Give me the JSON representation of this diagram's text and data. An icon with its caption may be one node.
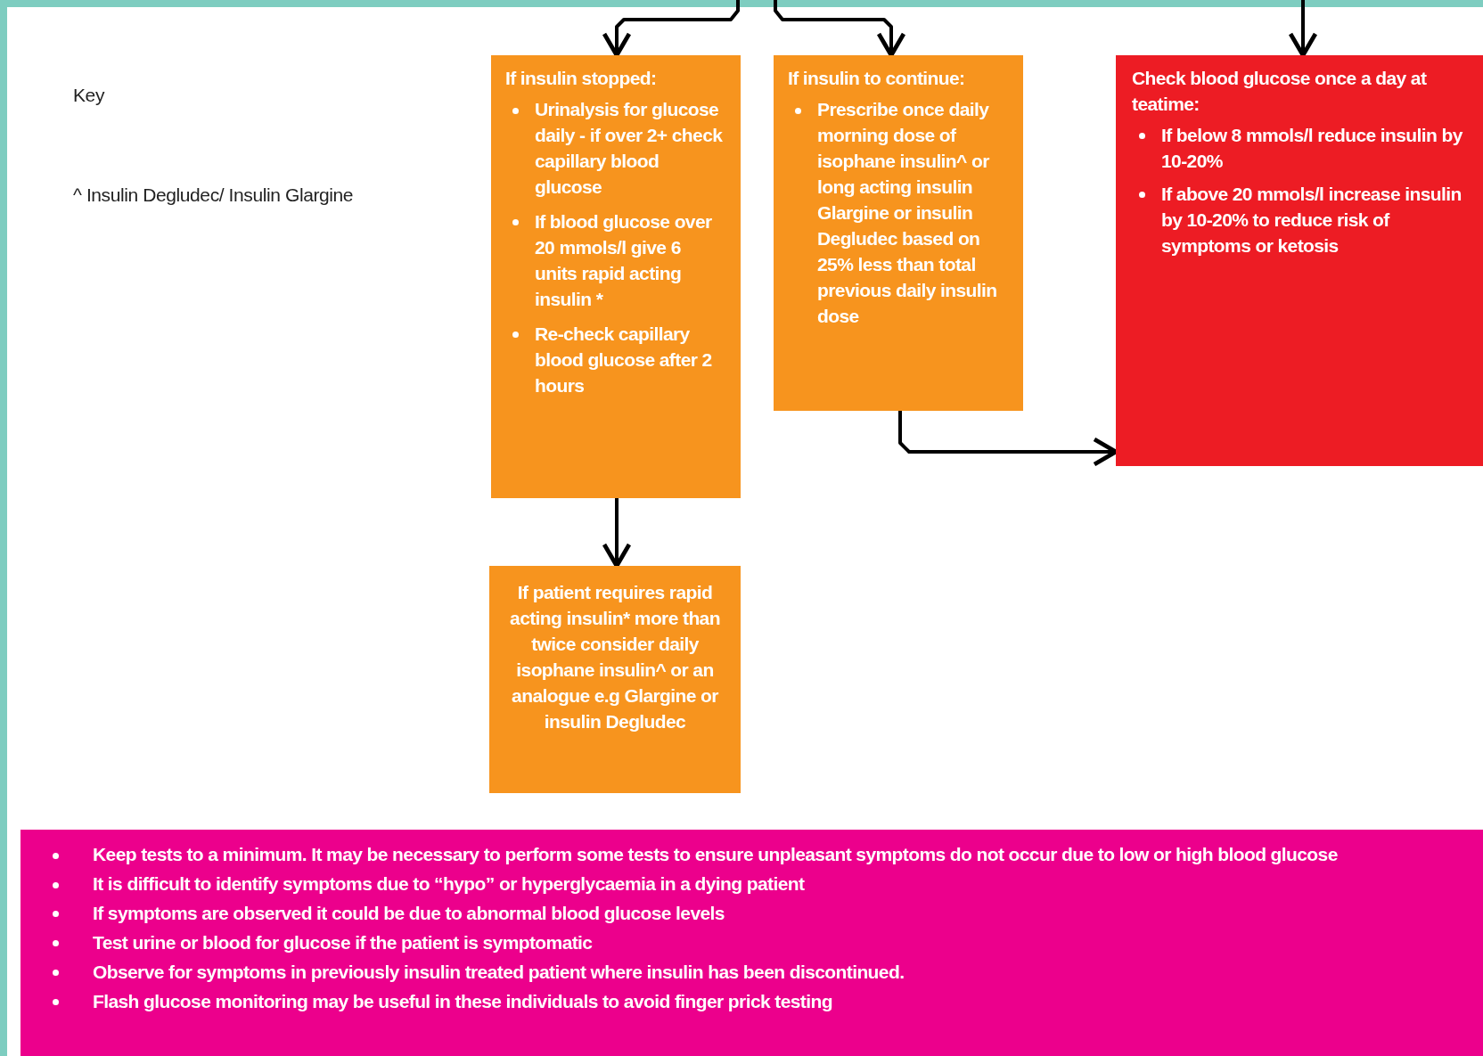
{
  "diagram": {
    "nodes": [
      {
        "text": [
          "If insulin stopped:",
          "Urinalysis for glucose daily - if over 2+ check capillary blood glucose",
          "If blood glucose over 20 mmols/l give 6 units rapid acting insulin *",
          "Re-check capillary blood glucose after 2 hours"
        ]
      },
      {
        "text": [
          "If insulin to continue:",
          "Prescribe once daily morning dose of isophane insulin^ or long acting insulin Glargine or insulin Degludec based on 25% less than total previous daily insulin dose"
        ]
      },
      {
        "text": [
          "Check blood glucose once a day at teatime:",
          "If below 8 mmols/l reduce insulin by 10-20%",
          "If above 20 mmols/l increase insulin by 10-20% to reduce risk of symptoms or ketosis"
        ]
      },
      {
        "text": [
          "If patient requires rapid acting insulin* more than twice consider daily isophane insulin^ or an analogue e.g Glargine or insulin Degludec"
        ]
      },
      {
        "text": [
          "Keep tests to a minimum. It may be necessary to perform some tests to ensure unpleasant symptoms do not occur due to low or high blood glucose",
          "It is difficult to identify symptoms due to “hypo” or hyperglycaemia in a dying patient",
          "If symptoms are observed it could be due to abnormal blood glucose levels",
          "Test urine or blood for glucose if the patient is symptomatic",
          "Observe for symptoms in previously insulin treated patient where insulin has been discontinued.",
          "Flash glucose monitoring may be useful in these individuals to avoid finger prick testing"
        ]
      }
    ],
    "edges": [
      {
        "from": null,
        "to": 0,
        "arrow": "to"
      },
      {
        "from": null,
        "to": 1,
        "arrow": "to"
      },
      {
        "from": null,
        "to": 2,
        "arrow": "to"
      },
      {
        "from": 0,
        "to": 3,
        "arrow": "to"
      },
      {
        "from": 1,
        "to": 2,
        "arrow": "to"
      }
    ],
    "labels": [
      "Key",
      "^ Insulin Degludec/ Insulin Glargine"
    ]
  }
}
